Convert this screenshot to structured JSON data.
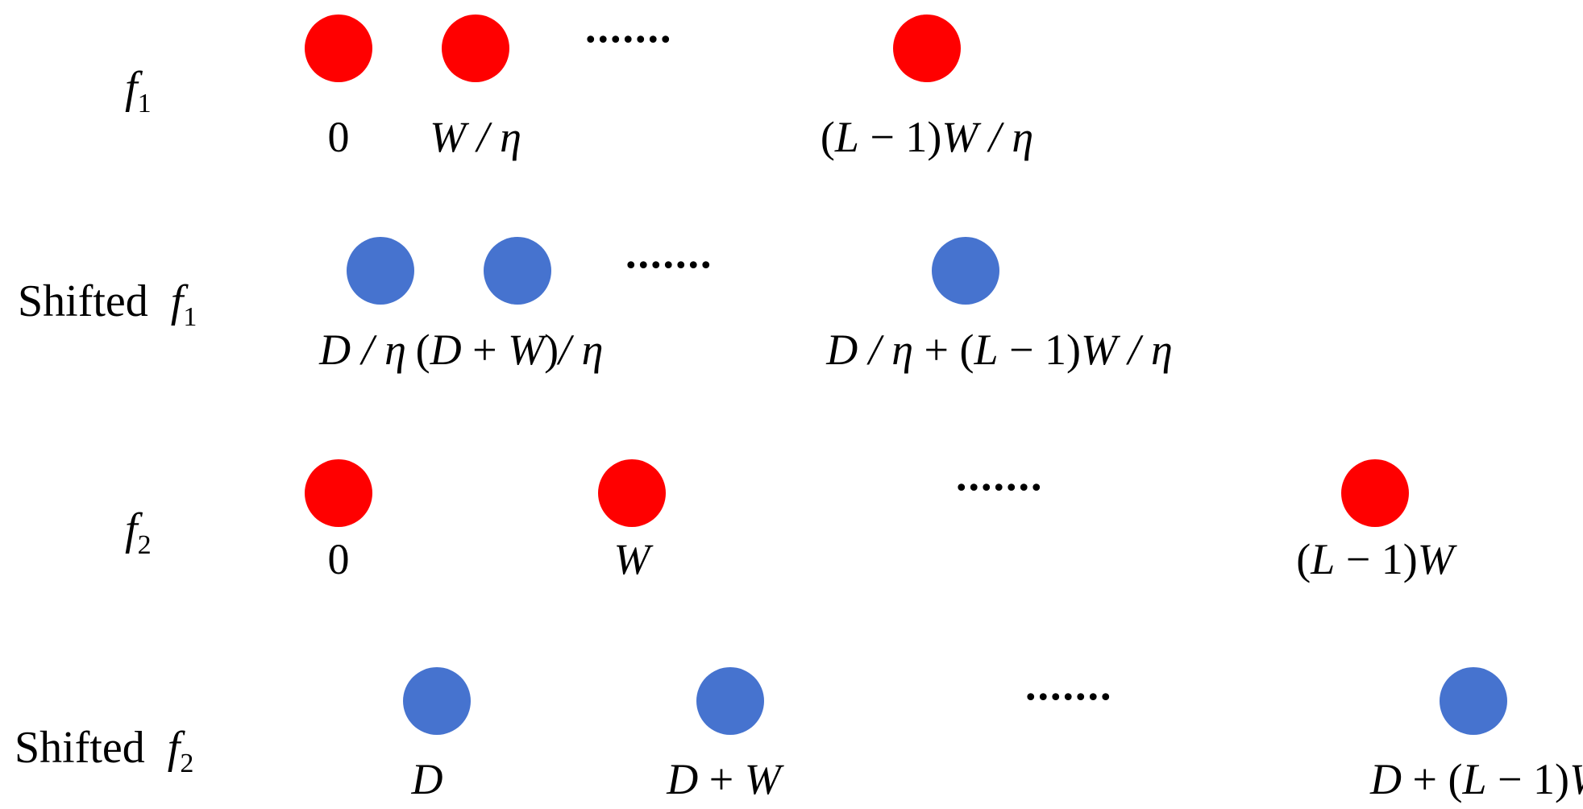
{
  "colors": {
    "red": "#ff0000",
    "blue": "#4673cf"
  },
  "rows": [
    {
      "id": "f1",
      "label": {
        "prefix": "",
        "var": "f",
        "sub": "1"
      },
      "dot_color": "red",
      "ellipsis": ".......",
      "points": [
        {
          "parts": [
            {
              "t": "0",
              "i": false
            }
          ]
        },
        {
          "parts": [
            {
              "t": "W / η",
              "i": true
            }
          ]
        },
        {
          "parts": [
            {
              "t": "(",
              "i": false
            },
            {
              "t": "L",
              "i": true
            },
            {
              "t": " − 1)",
              "i": false
            },
            {
              "t": "W / η",
              "i": true
            }
          ]
        }
      ]
    },
    {
      "id": "shifted-f1",
      "label": {
        "prefix": "Shifted",
        "var": "f",
        "sub": "1"
      },
      "dot_color": "blue",
      "ellipsis": ".......",
      "points": [
        {
          "parts": [
            {
              "t": "D / η",
              "i": true
            }
          ]
        },
        {
          "parts": [
            {
              "t": "(",
              "i": false
            },
            {
              "t": "D",
              "i": true
            },
            {
              "t": " + ",
              "i": false
            },
            {
              "t": "W",
              "i": true
            },
            {
              "t": ")",
              "i": false
            },
            {
              "t": "/ η",
              "i": true
            }
          ]
        },
        {
          "parts": [
            {
              "t": "D / η",
              "i": true
            },
            {
              "t": " + (",
              "i": false
            },
            {
              "t": "L",
              "i": true
            },
            {
              "t": " − 1)",
              "i": false
            },
            {
              "t": "W / η",
              "i": true
            }
          ]
        }
      ]
    },
    {
      "id": "f2",
      "label": {
        "prefix": "",
        "var": "f",
        "sub": "2"
      },
      "dot_color": "red",
      "ellipsis": ".......",
      "points": [
        {
          "parts": [
            {
              "t": "0",
              "i": false
            }
          ]
        },
        {
          "parts": [
            {
              "t": "W",
              "i": true
            }
          ]
        },
        {
          "parts": [
            {
              "t": "(",
              "i": false
            },
            {
              "t": "L",
              "i": true
            },
            {
              "t": " − 1)",
              "i": false
            },
            {
              "t": "W",
              "i": true
            }
          ]
        }
      ]
    },
    {
      "id": "shifted-f2",
      "label": {
        "prefix": "Shifted",
        "var": "f",
        "sub": "2"
      },
      "dot_color": "blue",
      "ellipsis": ".......",
      "points": [
        {
          "parts": [
            {
              "t": "D",
              "i": true
            }
          ]
        },
        {
          "parts": [
            {
              "t": "D",
              "i": true
            },
            {
              "t": " + ",
              "i": false
            },
            {
              "t": "W",
              "i": true
            }
          ]
        },
        {
          "parts": [
            {
              "t": "D",
              "i": true
            },
            {
              "t": " + (",
              "i": false
            },
            {
              "t": "L",
              "i": true
            },
            {
              "t": " − 1)",
              "i": false
            },
            {
              "t": "W",
              "i": true
            }
          ]
        }
      ]
    }
  ]
}
